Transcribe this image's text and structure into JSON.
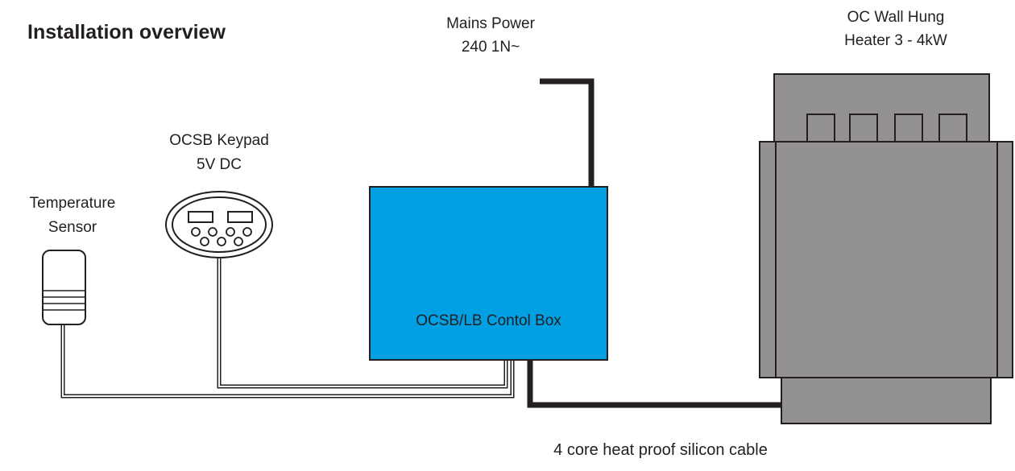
{
  "title": "Installation overview",
  "labels": {
    "mains_line1": "Mains Power",
    "mains_line2": "240 1N~",
    "heater_line1": "OC Wall Hung",
    "heater_line2": "Heater 3 - 4kW",
    "keypad_line1": "OCSB Keypad",
    "keypad_line2": "5V DC",
    "sensor_line1": "Temperature",
    "sensor_line2": "Sensor",
    "control_box": "OCSB/LB Contol Box",
    "cable": "4 core heat proof silicon cable"
  },
  "colors": {
    "control_box_fill": "#00a0e3",
    "heater_fill": "#939290",
    "line": "#231f20",
    "sensor_fill": "#ffffff"
  },
  "icons": {
    "sensor": "temperature-sensor-icon",
    "keypad": "keypad-icon",
    "heater": "heater-icon",
    "control_box": "control-box-icon"
  }
}
